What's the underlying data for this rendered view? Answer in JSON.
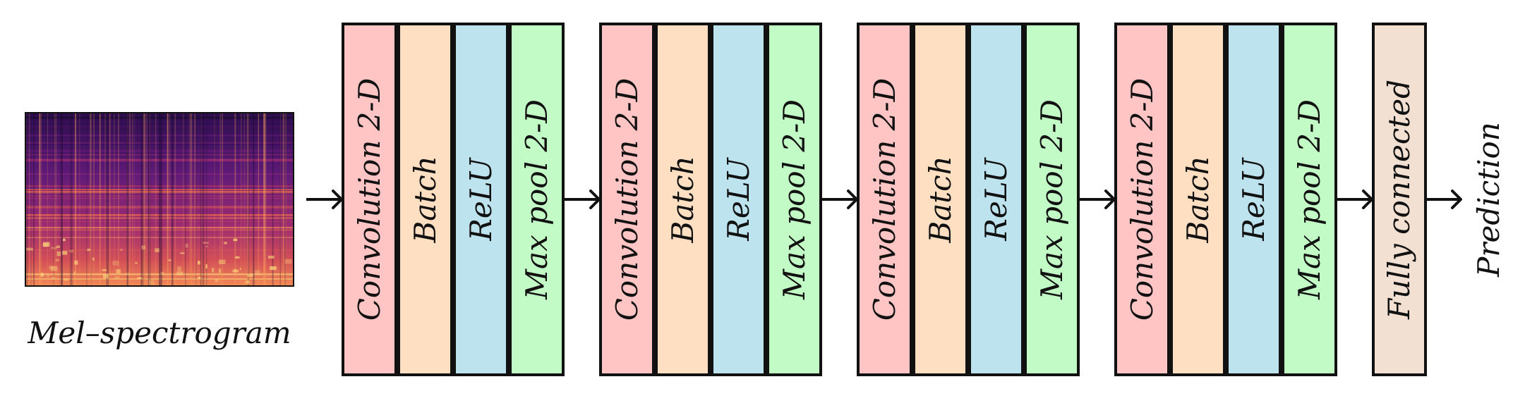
{
  "input": {
    "label": "Mel–spectrogram"
  },
  "blocks": [
    {
      "layers": [
        {
          "label": "Convolution 2-D",
          "color": "#ffc4c4"
        },
        {
          "label": "Batch",
          "color": "#ffdfc2"
        },
        {
          "label": "ReLU",
          "color": "#bde3ee"
        },
        {
          "label": "Max pool 2-D",
          "color": "#c3fbc6"
        }
      ]
    },
    {
      "layers": [
        {
          "label": "Convolution 2-D",
          "color": "#ffc4c4"
        },
        {
          "label": "Batch",
          "color": "#ffdfc2"
        },
        {
          "label": "ReLU",
          "color": "#bde3ee"
        },
        {
          "label": "Max pool 2-D",
          "color": "#c3fbc6"
        }
      ]
    },
    {
      "layers": [
        {
          "label": "Convolution 2-D",
          "color": "#ffc4c4"
        },
        {
          "label": "Batch",
          "color": "#ffdfc2"
        },
        {
          "label": "ReLU",
          "color": "#bde3ee"
        },
        {
          "label": "Max pool 2-D",
          "color": "#c3fbc6"
        }
      ]
    },
    {
      "layers": [
        {
          "label": "Convolution 2-D",
          "color": "#ffc4c4"
        },
        {
          "label": "Batch",
          "color": "#ffdfc2"
        },
        {
          "label": "ReLU",
          "color": "#bde3ee"
        },
        {
          "label": "Max pool 2-D",
          "color": "#c3fbc6"
        }
      ]
    }
  ],
  "dense": {
    "label": "Fully connected",
    "color": "#f2e0d2"
  },
  "output": {
    "label": "Prediction"
  },
  "spectrogram_palette": [
    "#1a0a2e",
    "#3b0f63",
    "#6a1b7a",
    "#9b2a73",
    "#c9405f",
    "#ea6a4b",
    "#f9a05a",
    "#fcd27a"
  ]
}
